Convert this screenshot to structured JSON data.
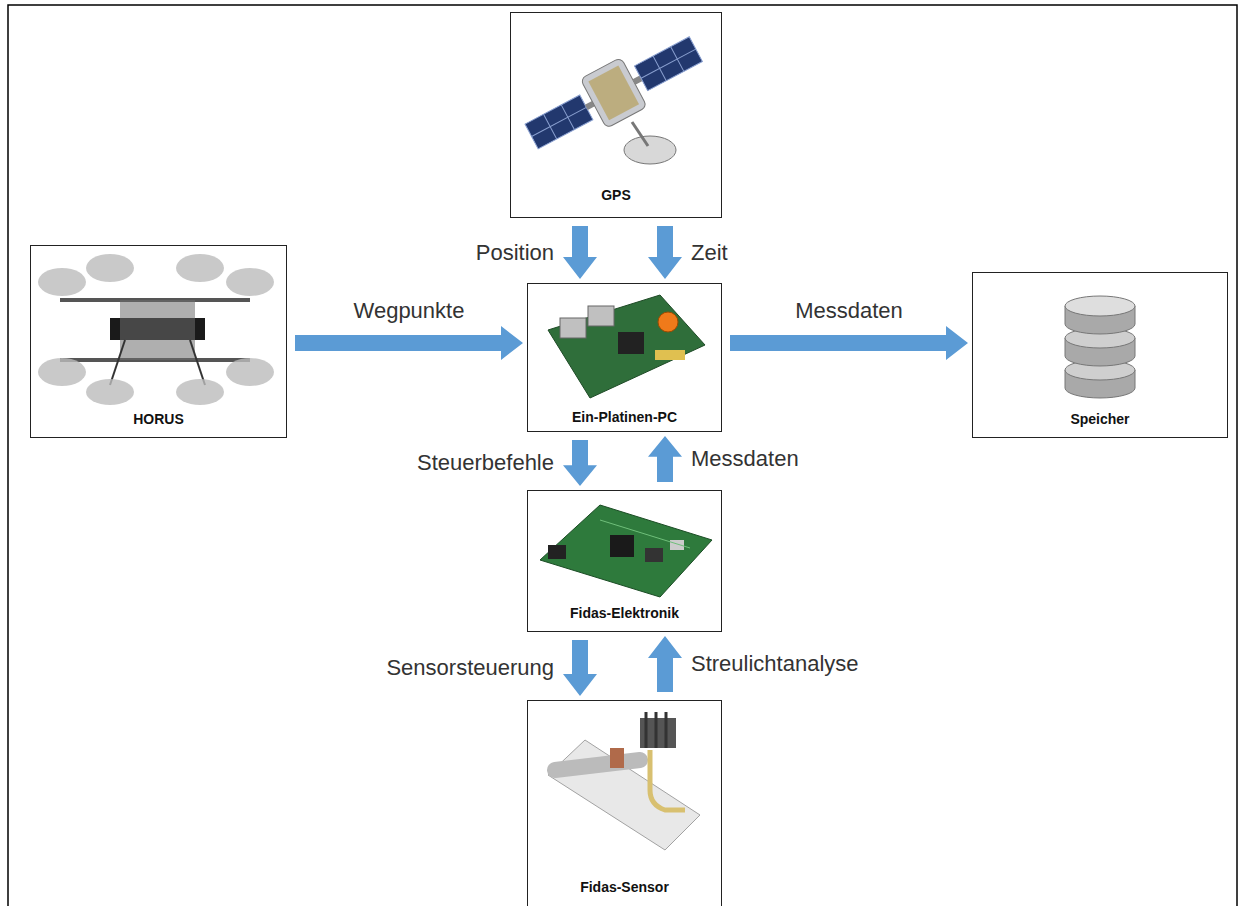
{
  "diagram": {
    "nodes": [
      {
        "text": [
          "GPS"
        ]
      },
      {
        "text": [
          "HORUS"
        ]
      },
      {
        "text": [
          "Ein-Platinen-PC"
        ]
      },
      {
        "text": [
          "Speicher"
        ]
      },
      {
        "text": [
          "Fidas-Elektronik"
        ]
      },
      {
        "text": [
          "Fidas-Sensor"
        ]
      }
    ],
    "edges": [
      {
        "from": 0,
        "to": 2,
        "label": "Position",
        "arrow": "to"
      },
      {
        "from": 0,
        "to": 2,
        "label": "Zeit",
        "arrow": "to"
      },
      {
        "from": 1,
        "to": 2,
        "label": "Wegpunkte",
        "arrow": "to"
      },
      {
        "from": 2,
        "to": 3,
        "label": "Messdaten",
        "arrow": "to"
      },
      {
        "from": 2,
        "to": 4,
        "label": "Steuerbefehle",
        "arrow": "to"
      },
      {
        "from": 4,
        "to": 2,
        "label": "Messdaten",
        "arrow": "to"
      },
      {
        "from": 4,
        "to": 5,
        "label": "Sensorsteuerung",
        "arrow": "to"
      },
      {
        "from": 5,
        "to": 4,
        "label": "Streulichtanalyse",
        "arrow": "to"
      }
    ]
  }
}
